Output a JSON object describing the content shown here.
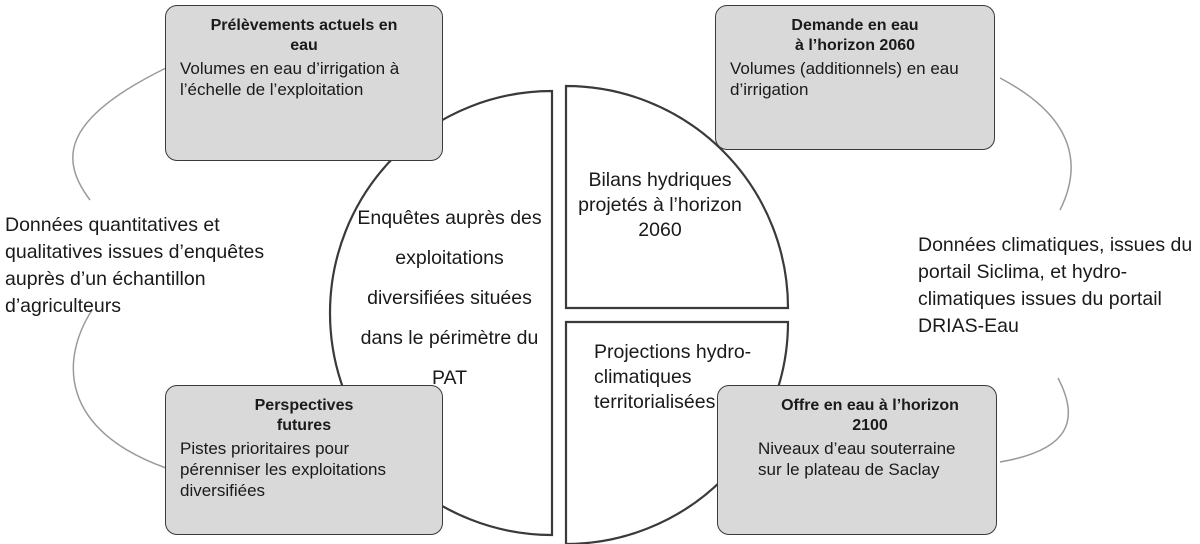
{
  "boxes": {
    "top_left": {
      "title": "Prélèvements actuels en eau",
      "body": "Volumes en eau d’irrigation à l’échelle de l’exploitation"
    },
    "top_right": {
      "title": "Demande en eau à l’horizon 2060",
      "body": "Volumes (additionnels) en eau d’irrigation"
    },
    "bottom_left": {
      "title": "Perspectives futures",
      "body": "Pistes prioritaires pour pérenniser les exploitations diversifiées"
    },
    "bottom_right": {
      "title": "Offre en eau à l’horizon 2100",
      "body": "Niveaux d’eau souterraine sur le plateau de Saclay"
    }
  },
  "circle": {
    "left_half": "Enquêtes auprès des exploitations diversifiées situées dans le périmètre du PAT",
    "top_right_quarter": "Bilans hydriques projetés à l’horizon 2060",
    "bottom_right_quarter": "Projections hydro-climatiques territorialisées"
  },
  "sides": {
    "left": "Données quantitatives et qualitatives issues d’enquêtes auprès d’un échantillon d’agriculteurs",
    "right": "Données climatiques, issues du portail Siclima, et hydro-climatiques issues du portail DRIAS-Eau"
  },
  "colors": {
    "box_fill": "#d9d9d9",
    "stroke": "#3a3a3a",
    "arc": "#9a9a9a"
  }
}
